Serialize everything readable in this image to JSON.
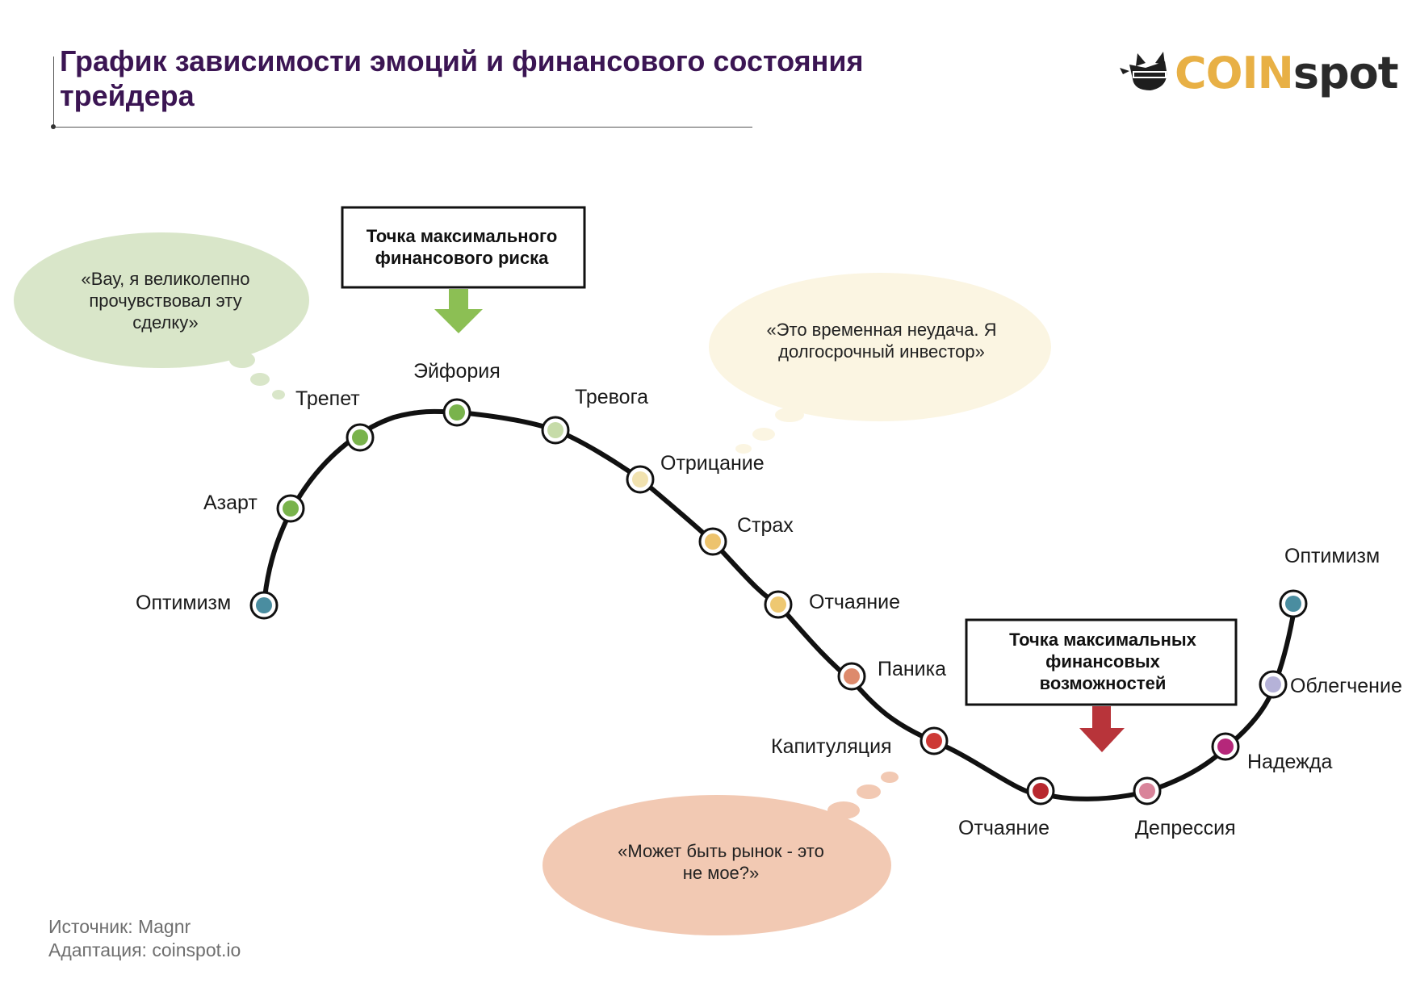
{
  "header": {
    "title_line1": "График зависимости эмоций и финансового состояния",
    "title_line2": "трейдера"
  },
  "logo": {
    "text_part1": "COIN",
    "text_part2": "spot",
    "icon": "cat-ninja-icon",
    "color_coin": "#e8b045",
    "color_spot": "#2a2a2a"
  },
  "curve": {
    "stroke_color": "#111111",
    "points": [
      {
        "label": "Оптимизм",
        "color": "#4a8da0"
      },
      {
        "label": "Азарт",
        "color": "#79b34c"
      },
      {
        "label": "Трепет",
        "color": "#79b34c"
      },
      {
        "label": "Эйфория",
        "color": "#79b34c"
      },
      {
        "label": "Тревога",
        "color": "#c6dba8"
      },
      {
        "label": "Отрицание",
        "color": "#f1e2b0"
      },
      {
        "label": "Страх",
        "color": "#edc36d"
      },
      {
        "label": "Отчаяние",
        "color": "#eec871"
      },
      {
        "label": "Паника",
        "color": "#dd8a6c"
      },
      {
        "label": "Капитуляция",
        "color": "#cd3935"
      },
      {
        "label": "Отчаяние",
        "color": "#b8282f"
      },
      {
        "label": "Депрессия",
        "color": "#d9849a"
      },
      {
        "label": "Надежда",
        "color": "#b5277a"
      },
      {
        "label": "Облегчение",
        "color": "#b5b2d8"
      },
      {
        "label": "Оптимизм",
        "color": "#4a8da0"
      }
    ]
  },
  "callouts": {
    "max_risk": {
      "line1": "Точка максимального",
      "line2": "финансового риска",
      "arrow_color": "#8cbf54"
    },
    "max_opportunity": {
      "line1": "Точка максимальных",
      "line2": "финансовых",
      "line3": "возможностей",
      "arrow_color": "#b8343a"
    }
  },
  "thought_bubbles": {
    "green": {
      "line1": "«Вау, я великолепно",
      "line2": "прочувствовал эту",
      "line3": "сделку»",
      "color": "#d9e6c9"
    },
    "yellow": {
      "line1": "«Это временная неудача. Я",
      "line2": "долгосрочный инвестор»",
      "color": "#fbf5e2"
    },
    "orange": {
      "line1": "«Может быть рынок - это",
      "line2": "не мое?»",
      "color": "#f2c9b3"
    }
  },
  "footer": {
    "source": "Источник: Magnr",
    "adaptation": "Адаптация: coinspot.io"
  }
}
